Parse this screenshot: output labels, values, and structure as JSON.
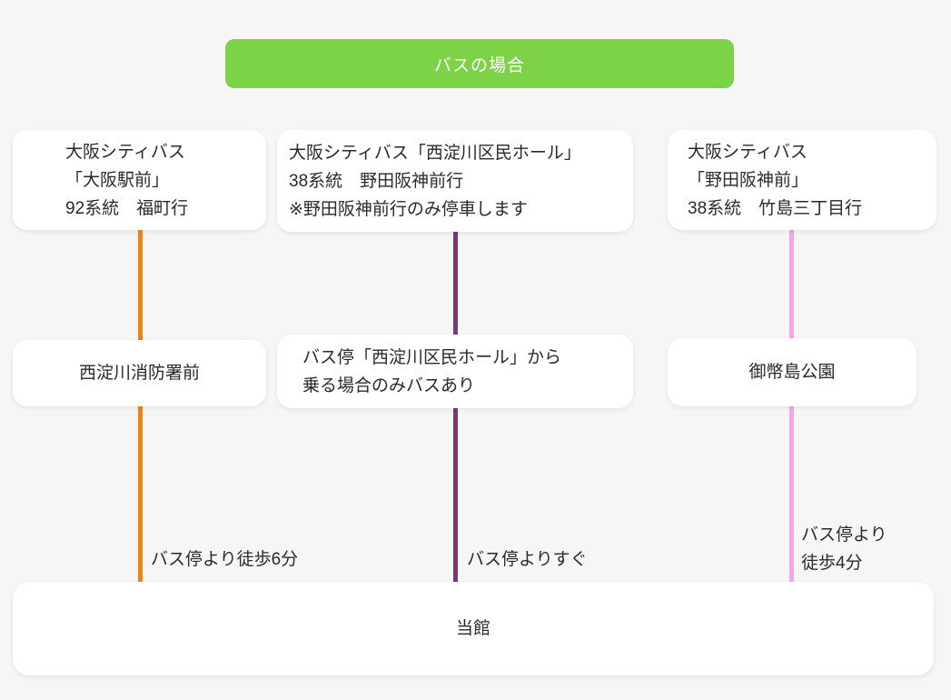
{
  "header": {
    "label": "バスの場合",
    "bg": "#7dd348"
  },
  "routes": [
    {
      "line_color": "#f0821e",
      "bus_card": "大阪シティバス\n「大阪駅前」\n92系統　福町行",
      "stop_card": "西淀川消防署前",
      "walk_label": "バス停より徒歩6分"
    },
    {
      "line_color": "#7d3578",
      "bus_card": "大阪シティバス「西淀川区民ホール」\n38系統　野田阪神前行\n※野田阪神前行のみ停車します",
      "stop_card": "バス停「西淀川区民ホール」から\n乗る場合のみバスあり",
      "walk_label": "バス停よりすぐ"
    },
    {
      "line_color": "#f2a7ee",
      "bus_card": "大阪シティバス\n「野田阪神前」\n38系統　竹島三丁目行",
      "stop_card": "御幣島公園",
      "walk_label": "バス停より\n徒歩4分"
    }
  ],
  "destination": {
    "label": "当館"
  }
}
